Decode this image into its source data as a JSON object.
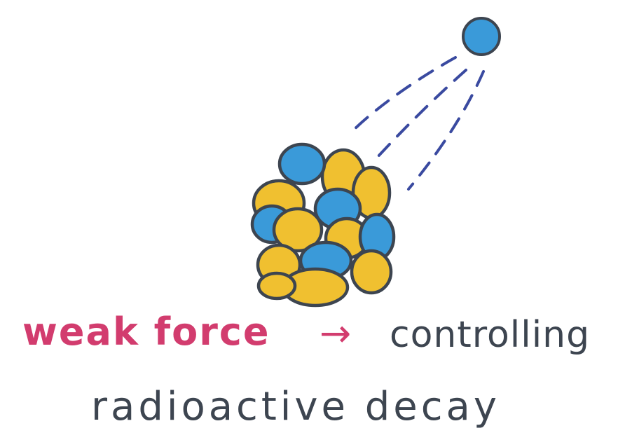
{
  "colors": {
    "proton": "#3a9ad9",
    "neutron": "#f0c030",
    "outline": "#3d4550",
    "trail": "#3a4aa0",
    "highlight": "#d23c6e",
    "text": "#3d4550"
  },
  "labels": {
    "weak_force": "weak force",
    "arrow": "→",
    "line1": "controlling",
    "line2": "radioactive decay"
  }
}
